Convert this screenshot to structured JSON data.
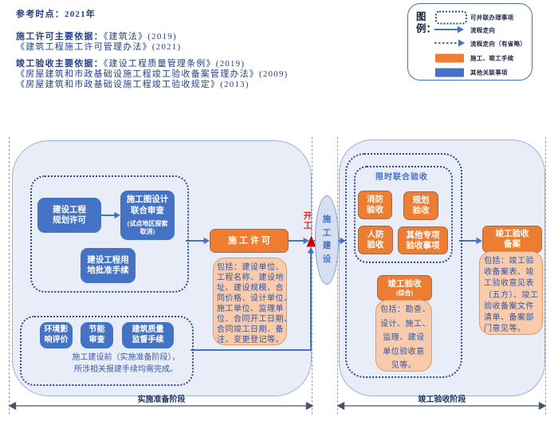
{
  "colors": {
    "blue": "#4472C4",
    "orange": "#ED7D31",
    "light_orange": "#F8CBAD",
    "container_fill": "#E9EDF7",
    "navy_text": "#24418A",
    "red": "#E02420",
    "dark_red": "#C00000"
  },
  "header_notes": {
    "line1": "参考时点：2021年",
    "line2_label": "施工许可主要依据：",
    "line2_rest": "《建筑法》(2019)",
    "line3": "《建筑工程施工许可管理办法》(2021)",
    "line4_label": "竣工验收主要依据：",
    "line4_rest": "《建设工程质量管理条例》(2019)",
    "line5": "《房屋建筑和市政基础设施工程竣工验收备案管理办法》(2009)",
    "line6": "《房屋建筑和市政基础设施工程竣工验收规定》(2013)"
  },
  "legend": {
    "title": "图\n例：",
    "items": [
      {
        "swatch": "dotted-box",
        "label": "可并联办理事项"
      },
      {
        "swatch": "solid-arrow",
        "label": "流程走向"
      },
      {
        "swatch": "dotted-arrow",
        "label": "流程走向（有省略）"
      },
      {
        "swatch": "orange-box",
        "label": "施工、竣工手续"
      },
      {
        "swatch": "blue-box",
        "label": "其他关联事项"
      }
    ]
  },
  "prep_phase": {
    "label": "实施准备阶段",
    "planning_permit": "建设工程\n规划许可",
    "design_review": "施工图设计\n联合审查",
    "design_review_note": "(试点地区探索\n取消)",
    "land_approval": "建设工程用\n地批准手续",
    "construction_permit": "施工许可",
    "permit_includes": "包括：建设单位、\n工程名称、建设地\n址、建设规模、合\n同价格、设计单位、\n施工单位、监理单\n位、合同开工日期、\n合同竣工日期、备\n注、变更登记等。",
    "env_assessment": "环境影\n响评价",
    "energy_review": "节能\n审查",
    "quality_supervision": "建筑质量\n监督手续",
    "related_note": "施工建设前（实施准备阶段），\n所涉相关报建手续均需完成。"
  },
  "middle": {
    "start_label": "开\n工",
    "ellipse_label": "施\n工\n建\n设"
  },
  "acceptance_phase": {
    "label": "竣工验收阶段",
    "joint_title": "限时联合验收",
    "fire_acceptance": "消防\n验收",
    "planning_acceptance": "规划\n验收",
    "civil_defense_acceptance": "人防\n验收",
    "other_special_items": "其他专项\n验收事项",
    "comprehensive_acceptance": "竣工验收",
    "comprehensive_acceptance_sub": "(综合)",
    "comp_includes": "包括：勘查、\n设计、施工、\n监理、建设\n单位验收意\n见等。",
    "filing": "竣工验收\n备案",
    "filing_includes": "包括：竣工验\n收备案表、竣\n工验收意见表\n（五方）、竣工\n验收备案文件\n清单、备案部\n门意见等。"
  }
}
